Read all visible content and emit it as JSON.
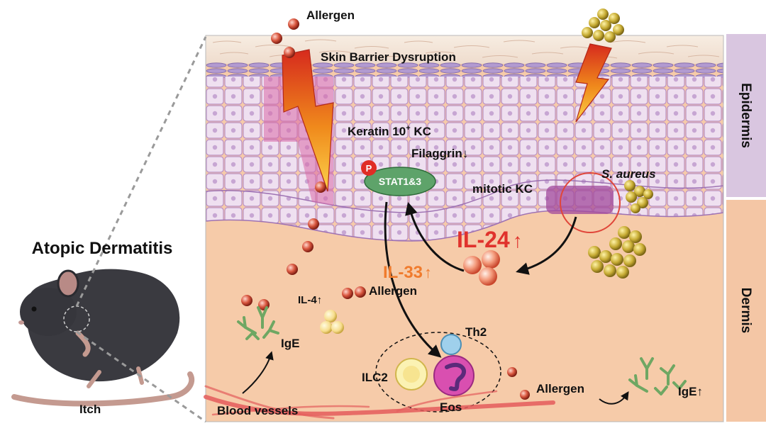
{
  "labels": {
    "title": "Atopic Dermatitis",
    "itch": "Itch",
    "allergen_top": "Allergen",
    "barrier": "Skin Barrier Dysruption",
    "keratin_main": "Keratin 10",
    "keratin_sup": "+",
    "keratin_tail": " KC",
    "filaggrin": "Filaggrin",
    "filaggrin_arrow": "↓",
    "phospho": "P",
    "stat": "STAT1&3",
    "mitotic": "mitotic KC",
    "saureus": "S. aureus",
    "il24": "IL-24",
    "il24_arrow": "↑",
    "il33": "IL-33",
    "il33_arrow": "↑",
    "il4": "IL-4",
    "il4_arrow": "↑",
    "allergen_mid": "Allergen",
    "ige_left": "IgE",
    "th2": "Th2",
    "ilc2": "ILC2",
    "eos": "Eos",
    "blood": "Blood vessels",
    "allergen_bottom": "Allergen",
    "ige_right": "IgE",
    "ige_right_arrow": "↑",
    "epidermis": "Epidermis",
    "dermis": "Dermis"
  },
  "colors": {
    "dermis_bg": "#f6cba9",
    "epidermis_cell": "#efe2f0",
    "epidermis_cell_border": "#b48cc2",
    "side_epidermis": "#d9c6e0",
    "side_dermis": "#f4c6a5",
    "il24": "#e0322c",
    "il33": "#f07b2d",
    "stat_fill": "#5ea36a",
    "staph": "#c9b038",
    "allergen": "#c23a2c",
    "ige": "#7fb06e",
    "vessel": "#e45c5c"
  }
}
